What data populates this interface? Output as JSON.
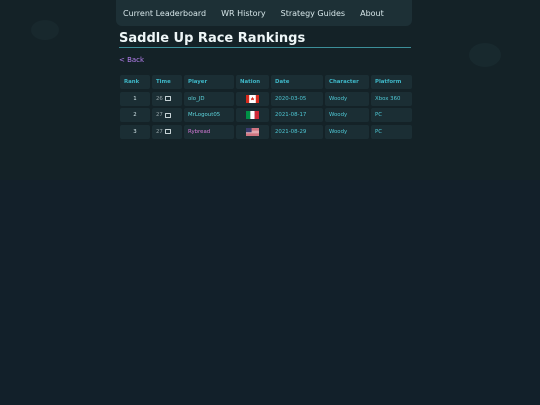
{
  "nav": {
    "items": [
      "Current Leaderboard",
      "WR History",
      "Strategy Guides",
      "About"
    ]
  },
  "page": {
    "title": "Saddle Up Race Rankings",
    "back_label": "< Back"
  },
  "table": {
    "headers": [
      "Rank",
      "Time",
      "Player",
      "Nation",
      "Date",
      "Character",
      "Platform"
    ],
    "rows": [
      {
        "rank": "1",
        "time": "26",
        "player": "olo_JD",
        "nation": "canada-flag",
        "date": "2020-03-05",
        "character": "Woody",
        "platform": "Xbox 360",
        "player_color": "cyan"
      },
      {
        "rank": "2",
        "time": "27",
        "player": "MrLogout05",
        "nation": "italy-flag",
        "date": "2021-08-17",
        "character": "Woody",
        "platform": "PC",
        "player_color": "cyan"
      },
      {
        "rank": "3",
        "time": "27",
        "player": "Rybread",
        "nation": "usa-flag",
        "date": "2021-08-29",
        "character": "Woody",
        "platform": "PC",
        "player_color": "pink"
      }
    ]
  },
  "colors": {
    "background": "#142227",
    "cell": "#1b2e34",
    "accent": "#3c8f99",
    "link": "#b680f0"
  }
}
